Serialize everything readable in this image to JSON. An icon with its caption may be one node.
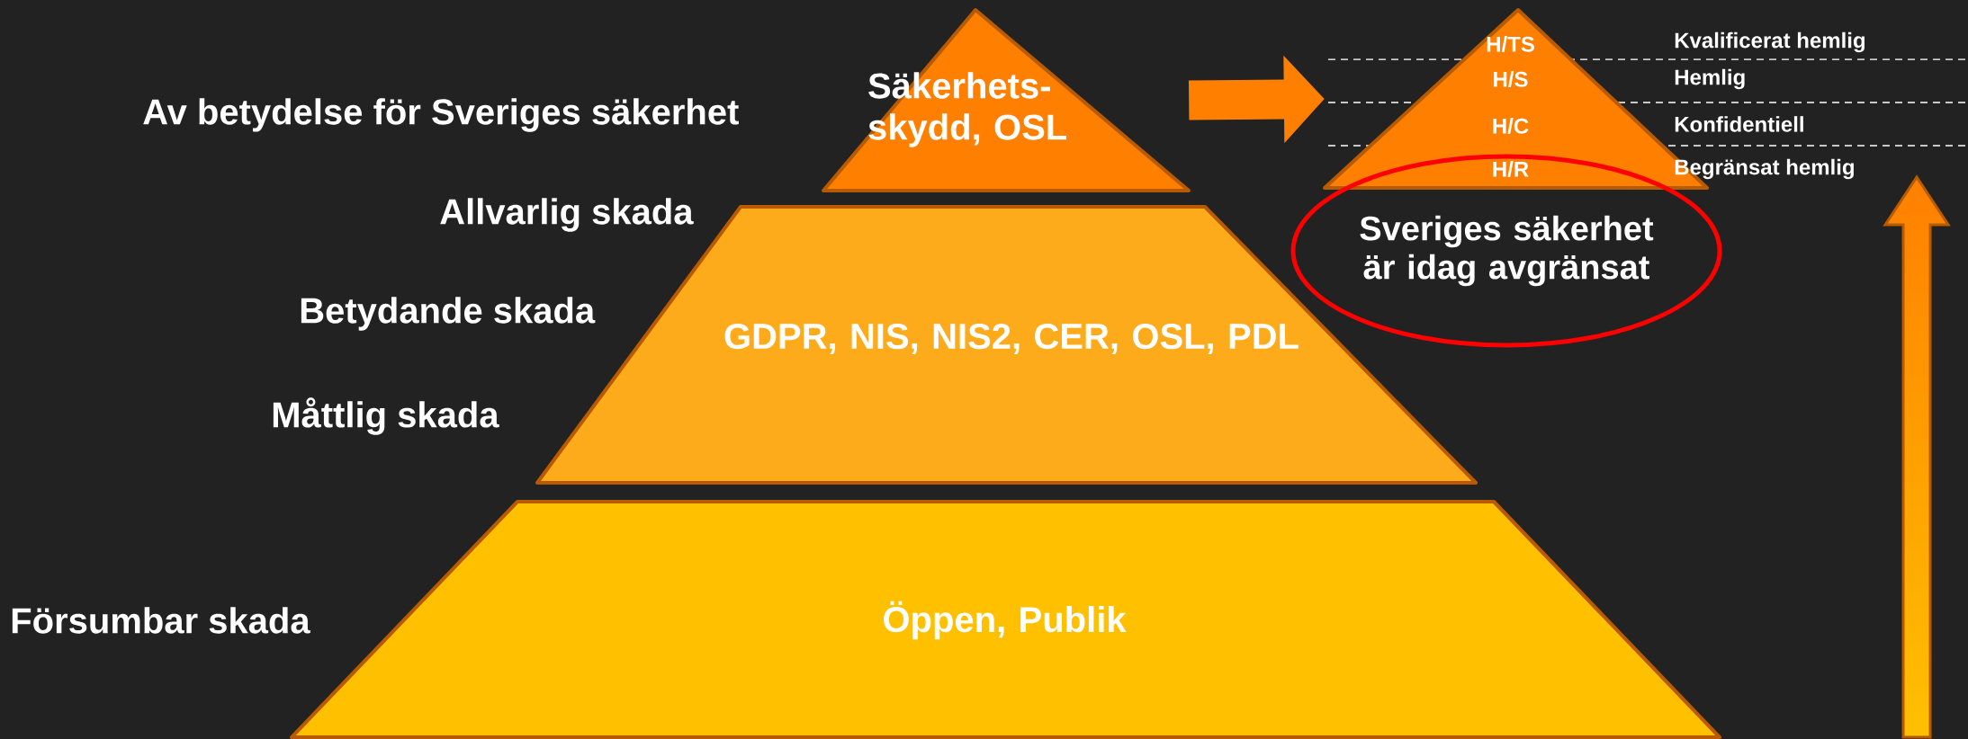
{
  "diagram": {
    "nodes": [
      {
        "text": [
          "Säkerhets- skydd, OSL"
        ]
      },
      {
        "text": [
          "GDPR, NIS, NIS2, CER, OSL, PDL"
        ]
      },
      {
        "text": [
          "Öppen, Publik"
        ]
      },
      {
        "text": [
          "H/TS",
          "H/S",
          "H/C",
          "H/R"
        ]
      },
      {
        "text": [
          "Sveriges säkerhet är idag avgränsat"
        ]
      }
    ],
    "edges": [
      {
        "from": 0,
        "to": 3,
        "arrow": "to"
      }
    ],
    "labels": [
      "Av betydelse för Sveriges säkerhet",
      "Allvarlig skada",
      "Betydande skada",
      "Måttlig skada",
      "Försumbar skada",
      "Kvalificerat hemlig",
      "Hemlig",
      "Konfidentiell",
      "Begränsat hemlig"
    ]
  }
}
